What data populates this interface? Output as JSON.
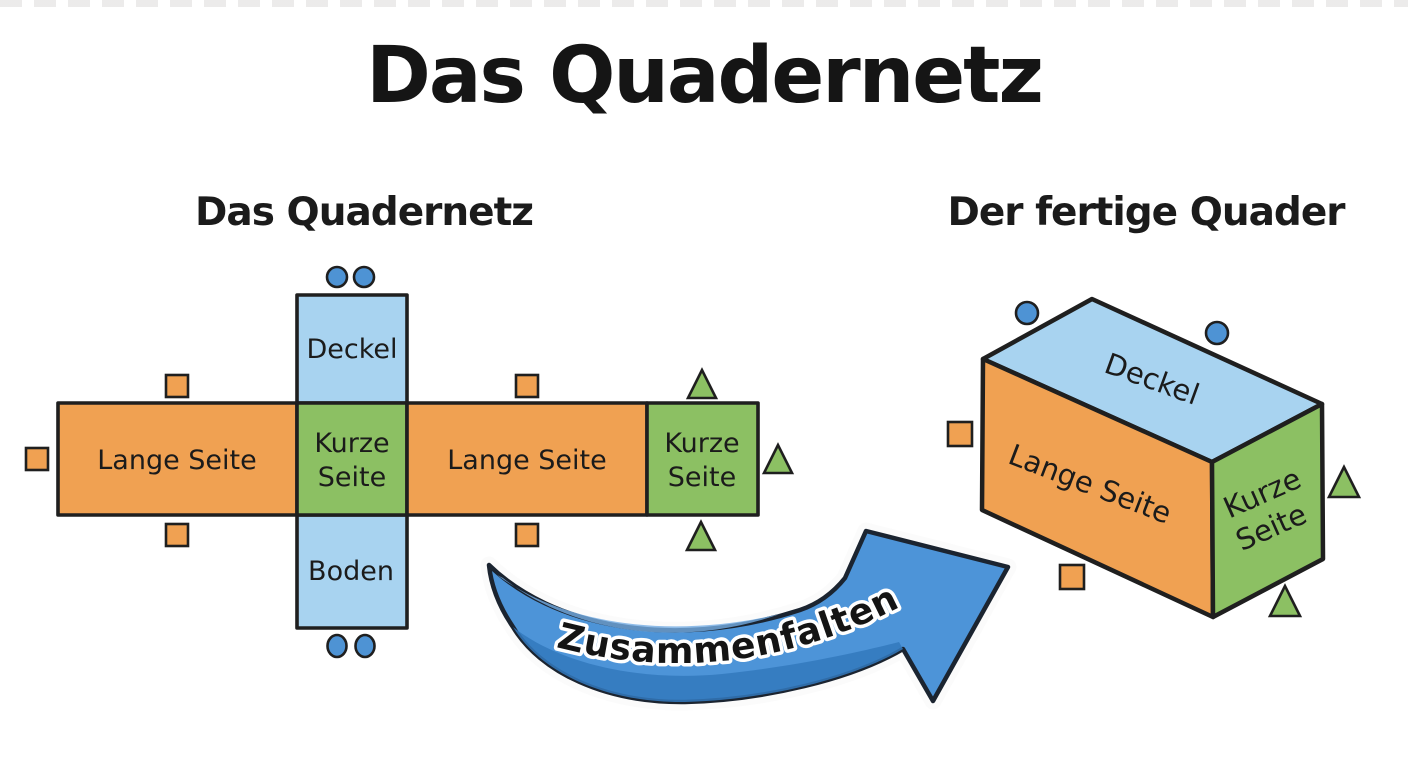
{
  "title": "Das Quadernetz",
  "net": {
    "subtitle": "Das Quadernetz",
    "faces": {
      "deckel": "Deckel",
      "boden": "Boden",
      "lange_left": "Lange Seite",
      "lange_right": "Lange Seite",
      "kurze_mid": [
        "Kurze",
        "Seite"
      ],
      "kurze_end": [
        "Kurze",
        "Seite"
      ]
    }
  },
  "cuboid": {
    "subtitle": "Der fertige Quader",
    "faces": {
      "top": "Deckel",
      "front": "Lange Seite",
      "side": [
        "Kurze",
        "Seite"
      ]
    }
  },
  "arrow": {
    "label": "Zusammenfalten"
  },
  "icons": {
    "edge_match_circle": "blue-circle-marker",
    "edge_match_square": "orange-square-marker",
    "edge_match_triangle": "green-triangle-marker"
  },
  "colors": {
    "face_orange": "#F0A152",
    "face_blue": "#A8D3F0",
    "face_green": "#8CC063",
    "marker_blue": "#4E93D4",
    "arrow_blue": "#4D94D8",
    "arrow_blue_dark": "#3379BD",
    "arrow_blue_light": "#74ACE3",
    "outline": "#1F1F1F",
    "ink": "#1B1B1B"
  }
}
